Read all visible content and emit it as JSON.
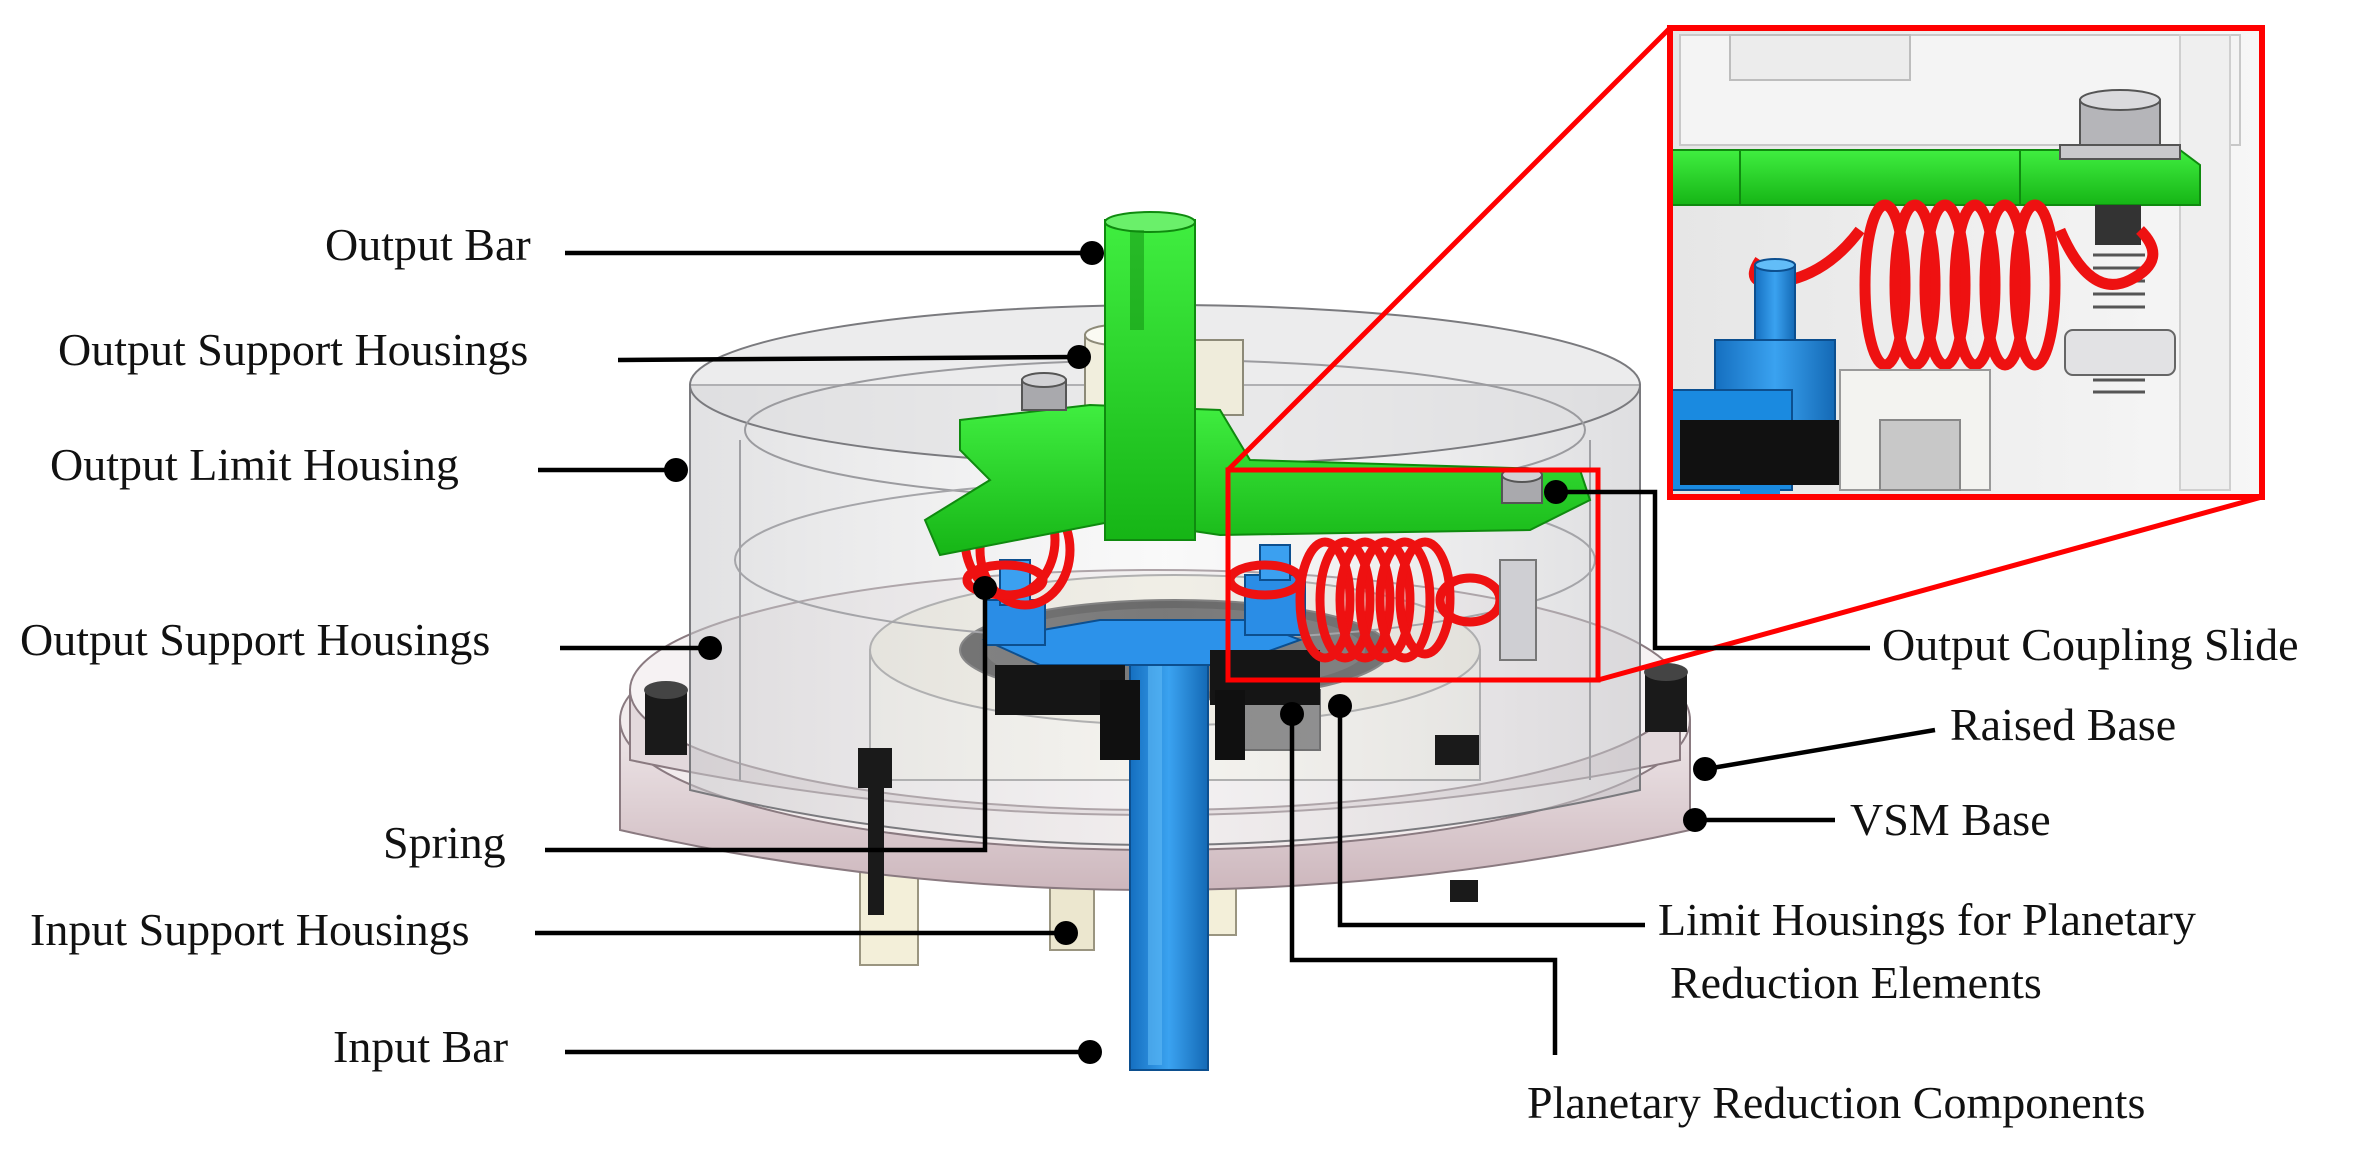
{
  "labels": {
    "output_bar": "Output Bar",
    "output_support_housings_top": "Output Support Housings",
    "output_limit_housing": "Output Limit Housing",
    "output_support_housings_mid": "Output Support Housings",
    "spring": "Spring",
    "input_support_housings": "Input Support Housings",
    "input_bar": "Input Bar",
    "output_coupling_slide": "Output Coupling Slide",
    "raised_base": "Raised Base",
    "vsm_base": "VSM Base",
    "limit_housings_line1": "Limit Housings for Planetary",
    "limit_housings_line2": "Reduction Elements",
    "planetary_reduction_components": "Planetary Reduction Components"
  },
  "colors": {
    "green_part": "#22dd22",
    "blue_part": "#1e8fe6",
    "spring_red": "#ee1111",
    "zoom_frame": "#ff0000",
    "housing_grey": "#d9d9dc",
    "base_pink": "#d9c8cc",
    "bolt_black": "#1a1a1a"
  },
  "icons": {
    "leader_end": "filled-dot-icon",
    "zoom_inset": "magnify-frame-icon"
  }
}
